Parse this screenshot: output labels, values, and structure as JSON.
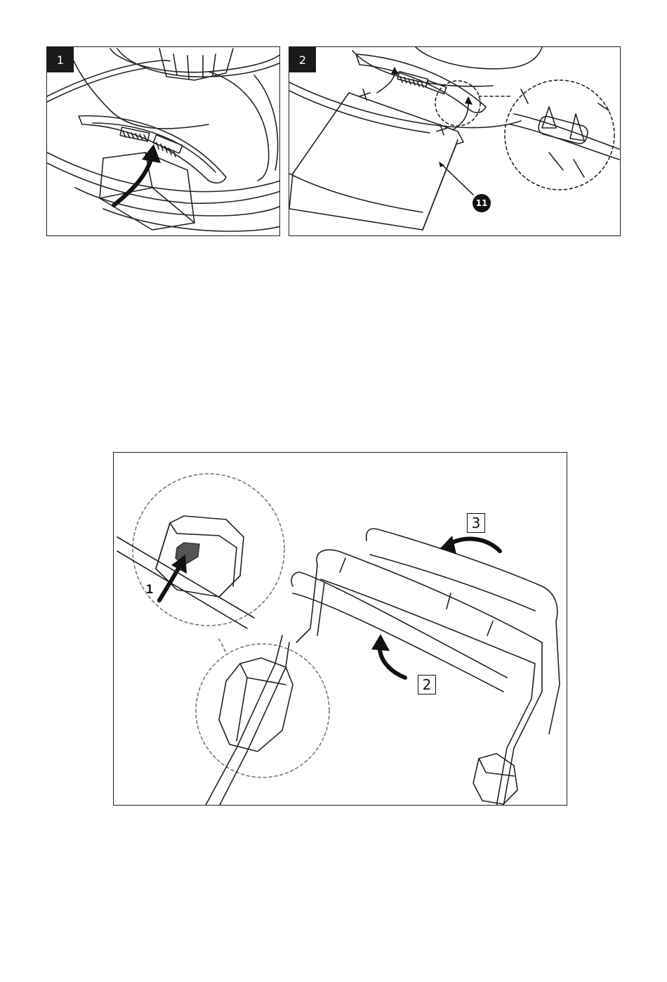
{
  "figure_1": {
    "step": "1"
  },
  "figure_2": {
    "step": "2",
    "callout": "11"
  },
  "figure_3": {
    "detail_label": "1",
    "step_a": "2",
    "step_b": "3"
  }
}
